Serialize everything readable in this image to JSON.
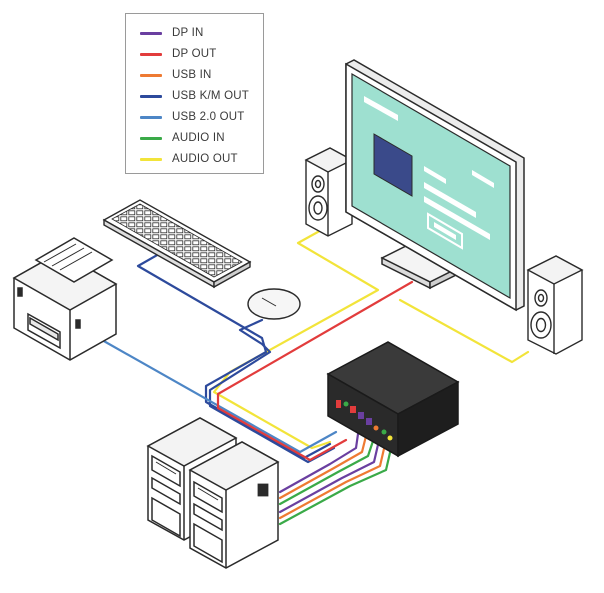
{
  "legend": {
    "items": [
      {
        "label": "DP IN",
        "color": "#6a3fa0"
      },
      {
        "label": "DP OUT",
        "color": "#e23c3c"
      },
      {
        "label": "USB IN",
        "color": "#ee7a32"
      },
      {
        "label": "USB K/M OUT",
        "color": "#2d4a9c"
      },
      {
        "label": "USB 2.0 OUT",
        "color": "#4d86c6"
      },
      {
        "label": "AUDIO IN",
        "color": "#3aaa48"
      },
      {
        "label": "AUDIO OUT",
        "color": "#f2e43a"
      }
    ]
  },
  "devices": {
    "monitor": "monitor-icon",
    "speaker_left": "speaker-icon",
    "speaker_right": "speaker-icon",
    "keyboard": "keyboard-icon",
    "mouse": "mouse-icon",
    "printer": "printer-icon",
    "switch": "kvm-switch-icon",
    "computer_1": "computer-tower-icon",
    "computer_2": "computer-tower-icon"
  },
  "colors": {
    "screen": "#9ee0d0",
    "screen_block": "#3a4a8a",
    "switch_body": "#2a2a2a",
    "outline": "#2b2b2b"
  }
}
